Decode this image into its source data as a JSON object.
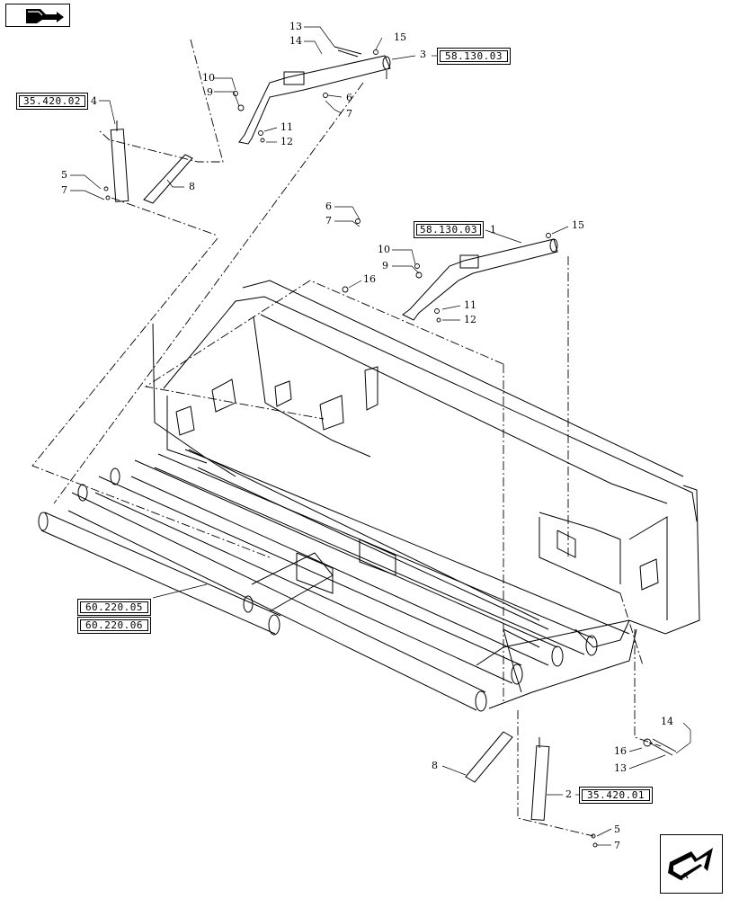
{
  "references": [
    {
      "id": "ref-58-130-03-top",
      "text": "58.130.03"
    },
    {
      "id": "ref-35-420-02",
      "text": "35.420.02"
    },
    {
      "id": "ref-58-130-03-mid",
      "text": "58.130.03"
    },
    {
      "id": "ref-60-220-05",
      "text": "60.220.05"
    },
    {
      "id": "ref-60-220-06",
      "text": "60.220.06"
    },
    {
      "id": "ref-35-420-01",
      "text": "35.420.01"
    }
  ],
  "callouts": [
    {
      "id": "c13a",
      "text": "13"
    },
    {
      "id": "c14a",
      "text": "14"
    },
    {
      "id": "c15a",
      "text": "15"
    },
    {
      "id": "c3",
      "text": "3"
    },
    {
      "id": "c10a",
      "text": "10"
    },
    {
      "id": "c9a",
      "text": "9"
    },
    {
      "id": "c6a",
      "text": "6"
    },
    {
      "id": "c7a",
      "text": "7"
    },
    {
      "id": "c11a",
      "text": "11"
    },
    {
      "id": "c12a",
      "text": "12"
    },
    {
      "id": "c4",
      "text": "4"
    },
    {
      "id": "c5a",
      "text": "5"
    },
    {
      "id": "c7b",
      "text": "7"
    },
    {
      "id": "c8a",
      "text": "8"
    },
    {
      "id": "c6b",
      "text": "6"
    },
    {
      "id": "c7c",
      "text": "7"
    },
    {
      "id": "c1",
      "text": "1"
    },
    {
      "id": "c15b",
      "text": "15"
    },
    {
      "id": "c10b",
      "text": "10"
    },
    {
      "id": "c9b",
      "text": "9"
    },
    {
      "id": "c16a",
      "text": "16"
    },
    {
      "id": "c11b",
      "text": "11"
    },
    {
      "id": "c12b",
      "text": "12"
    },
    {
      "id": "c14b",
      "text": "14"
    },
    {
      "id": "c16b",
      "text": "16"
    },
    {
      "id": "c13b",
      "text": "13"
    },
    {
      "id": "c8b",
      "text": "8"
    },
    {
      "id": "c2",
      "text": "2"
    },
    {
      "id": "c5b",
      "text": "5"
    },
    {
      "id": "c7d",
      "text": "7"
    }
  ],
  "icons": {
    "top_left": "book-arrow-icon",
    "bottom_right": "next-page-arrow-icon"
  }
}
